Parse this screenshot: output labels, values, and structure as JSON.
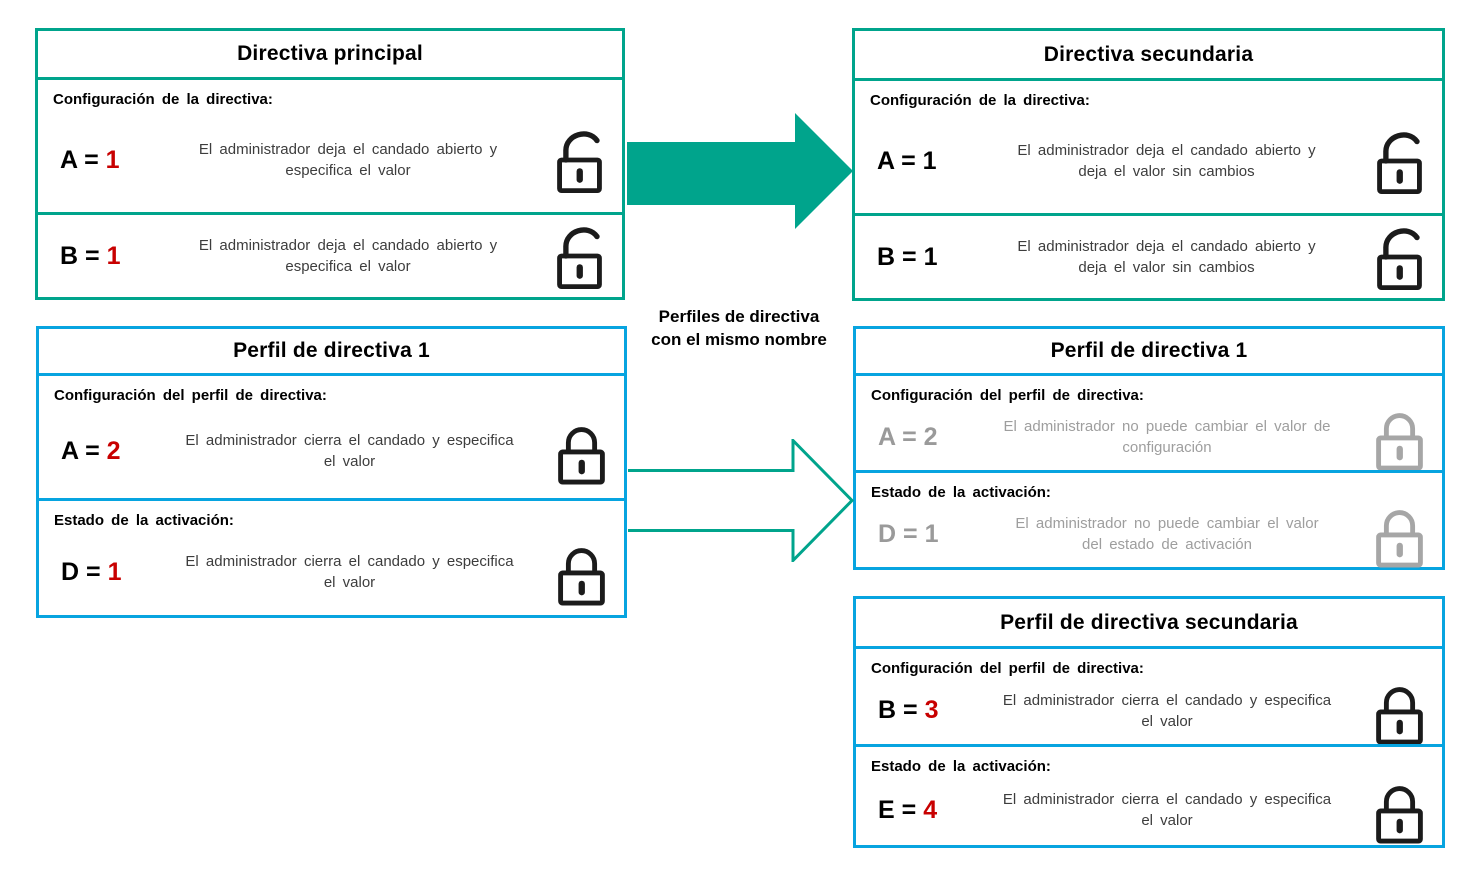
{
  "palette": {
    "accent_green": "#00a48c",
    "accent_blue": "#07a4e0",
    "value_red": "#c80000",
    "muted_gray_text": "#9a9a9a",
    "lock_black": "#1b1b1b",
    "lock_gray": "#a6a6a6",
    "description_text": "#3d3d3d"
  },
  "connector": {
    "label_line1": "Perfiles de directiva",
    "label_line2": "con el mismo nombre"
  },
  "boxes": {
    "main_policy": {
      "title": "Directiva principal",
      "sections": [
        {
          "header": "Configuración de la directiva:",
          "variable": "A =",
          "value": "1",
          "desc1": "El administrador deja el candado abierto y",
          "desc2": "especifica el valor",
          "lock": "open"
        },
        {
          "variable": "B =",
          "value": "1",
          "desc1": "El administrador deja el candado abierto y",
          "desc2": "especifica el valor",
          "lock": "open"
        }
      ]
    },
    "secondary_policy": {
      "title": "Directiva secundaria",
      "sections": [
        {
          "header": "Configuración de la directiva:",
          "variable": "A =",
          "value": "1",
          "desc1": "El administrador deja el candado abierto y",
          "desc2": "deja el valor sin cambios",
          "lock": "open"
        },
        {
          "variable": "B =",
          "value": "1",
          "desc1": "El administrador deja el candado abierto y",
          "desc2": "deja el valor sin cambios",
          "lock": "open"
        }
      ]
    },
    "policy_profile_1": {
      "title": "Perfil de directiva 1",
      "sections": [
        {
          "header": "Configuración del perfil de directiva:",
          "variable": "A =",
          "value": "2",
          "desc1": "El administrador cierra el candado y especifica",
          "desc2": "el valor",
          "lock": "closed"
        },
        {
          "header": "Estado de la activación:",
          "variable": "D =",
          "value": "1",
          "desc1": "El administrador cierra el candado y especifica",
          "desc2": "el valor",
          "lock": "closed"
        }
      ]
    },
    "policy_profile_1_applied": {
      "title": "Perfil de directiva 1",
      "sections": [
        {
          "header": "Configuración del perfil de directiva:",
          "variable": "A =",
          "value": "2",
          "desc1": "El administrador no puede cambiar el valor de",
          "desc2": "configuración",
          "lock": "closed-gray"
        },
        {
          "header": "Estado de la activación:",
          "variable": "D =",
          "value": "1",
          "desc1": "El administrador no puede cambiar el valor",
          "desc2": "del estado de activación",
          "lock": "closed-gray"
        }
      ]
    },
    "secondary_policy_profile": {
      "title": "Perfil de directiva secundaria",
      "sections": [
        {
          "header": "Configuración del perfil de directiva:",
          "variable": "B =",
          "value": "3",
          "desc1": "El administrador cierra el candado y especifica",
          "desc2": "el valor",
          "lock": "closed"
        },
        {
          "header": "Estado de la activación:",
          "variable": "E =",
          "value": "4",
          "desc1": "El administrador cierra el candado y especifica",
          "desc2": "el valor",
          "lock": "closed"
        }
      ]
    }
  }
}
